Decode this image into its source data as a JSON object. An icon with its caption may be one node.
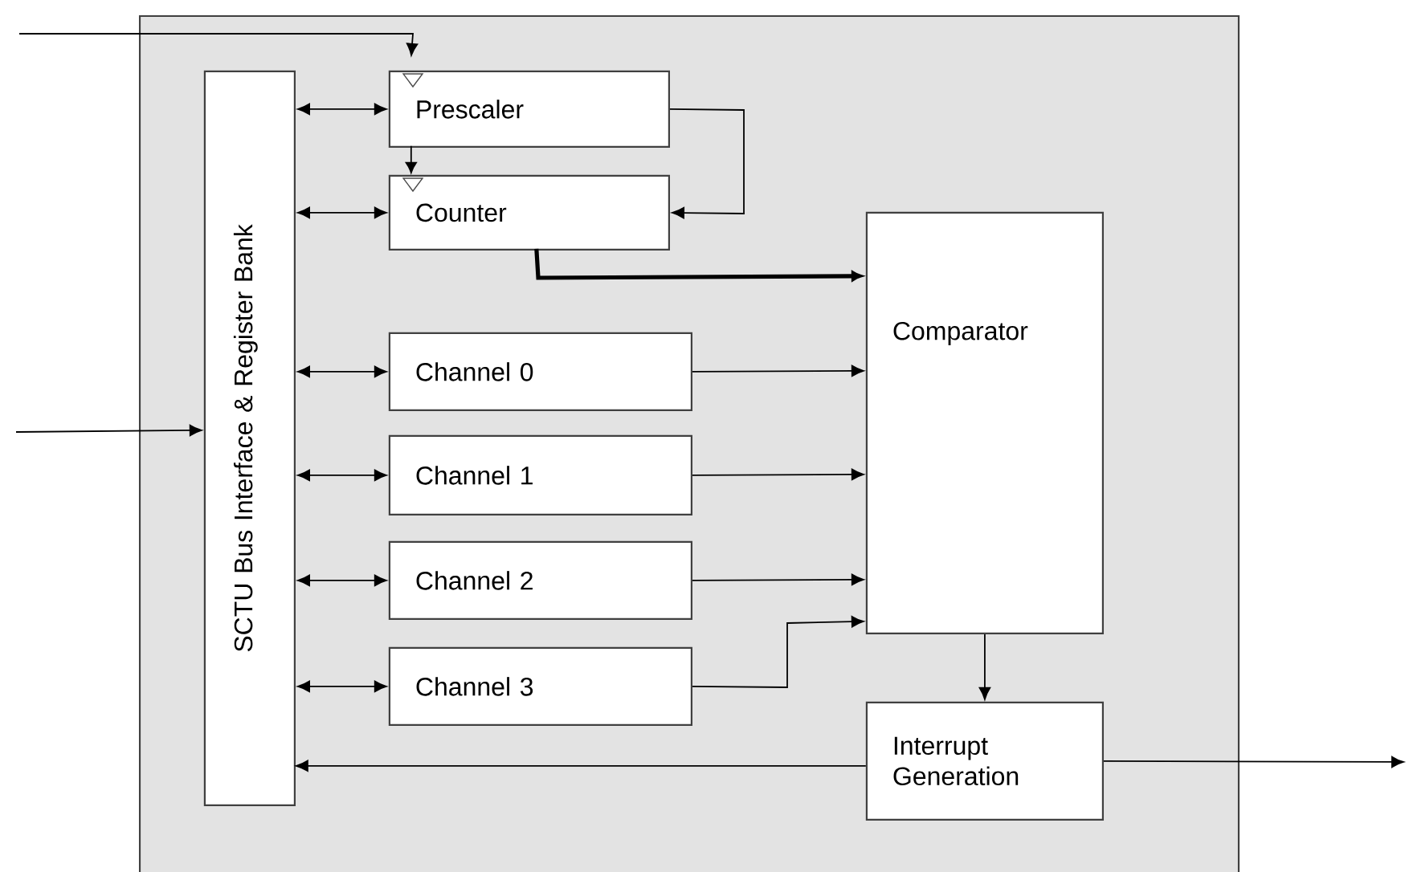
{
  "diagram": {
    "nodes": [
      {
        "text": [],
        "shape": "box"
      },
      {
        "text": [
          "SCTU Bus Interface & Register Bank"
        ],
        "in": 0
      },
      {
        "text": [
          "Prescaler"
        ],
        "in": 0
      },
      {
        "text": [
          "Counter"
        ],
        "in": 0
      },
      {
        "text": [
          "Comparator"
        ],
        "in": 0
      },
      {
        "text": [
          "Channel 0"
        ],
        "in": 0
      },
      {
        "text": [
          "Channel 1"
        ],
        "in": 0
      },
      {
        "text": [
          "Channel 2"
        ],
        "in": 0
      },
      {
        "text": [
          "Channel 3"
        ],
        "in": 0
      },
      {
        "text": [
          "Interrupt Generation"
        ],
        "in": 0
      }
    ],
    "edges": [
      {
        "from": null,
        "to": 2,
        "arrow": "to"
      },
      {
        "from": 2,
        "to": 3,
        "arrow": "to"
      },
      {
        "from": 2,
        "to": 3,
        "arrow": "to"
      },
      {
        "from": 1,
        "to": 2,
        "arrow": "both"
      },
      {
        "from": 1,
        "to": 3,
        "arrow": "both"
      },
      {
        "from": 1,
        "to": 5,
        "arrow": "both"
      },
      {
        "from": 1,
        "to": 6,
        "arrow": "both"
      },
      {
        "from": 1,
        "to": 7,
        "arrow": "both"
      },
      {
        "from": 1,
        "to": 8,
        "arrow": "both"
      },
      {
        "from": 3,
        "to": 4,
        "arrow": "to",
        "style": "thick"
      },
      {
        "from": 5,
        "to": 4,
        "arrow": "to"
      },
      {
        "from": 6,
        "to": 4,
        "arrow": "to"
      },
      {
        "from": 7,
        "to": 4,
        "arrow": "to"
      },
      {
        "from": 8,
        "to": 4,
        "arrow": "to"
      },
      {
        "from": 4,
        "to": 9,
        "arrow": "to"
      },
      {
        "from": 9,
        "to": 1,
        "arrow": "to"
      },
      {
        "from": 9,
        "to": null,
        "arrow": "to"
      },
      {
        "from": null,
        "to": 1,
        "arrow": "to"
      }
    ]
  }
}
